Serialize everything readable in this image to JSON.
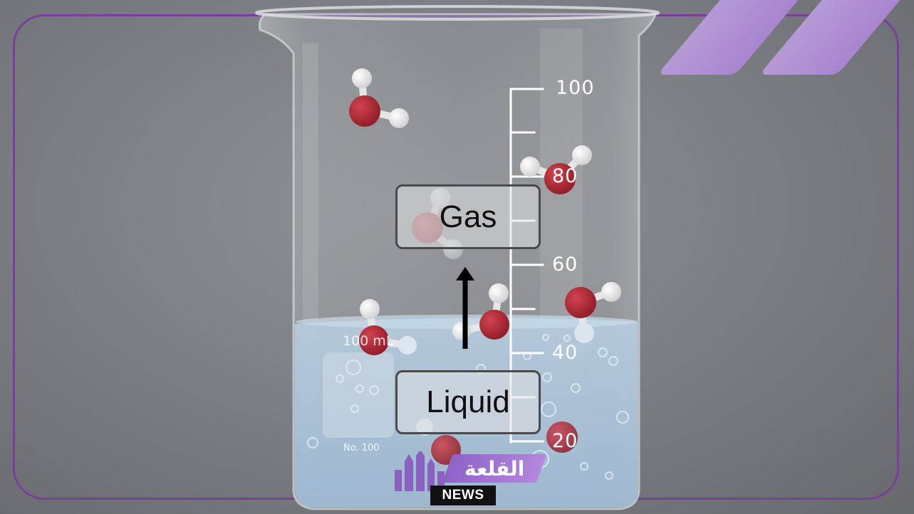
{
  "labels": {
    "gas": "Gas",
    "liquid": "Liquid"
  },
  "scale": {
    "ticks": [
      "100",
      "80",
      "60",
      "40",
      "20"
    ]
  },
  "beaker": {
    "volume_text": "100 mL",
    "small_text": "No. 100"
  },
  "logo": {
    "arabic": "القلعة",
    "news": "NEWS"
  },
  "colors": {
    "frame": "#7a3f9c",
    "accent_stripe": "#b59ad6",
    "oxygen": "#b02a35",
    "hydrogen": "#f2f2f2",
    "water": "#a9c4dc"
  }
}
